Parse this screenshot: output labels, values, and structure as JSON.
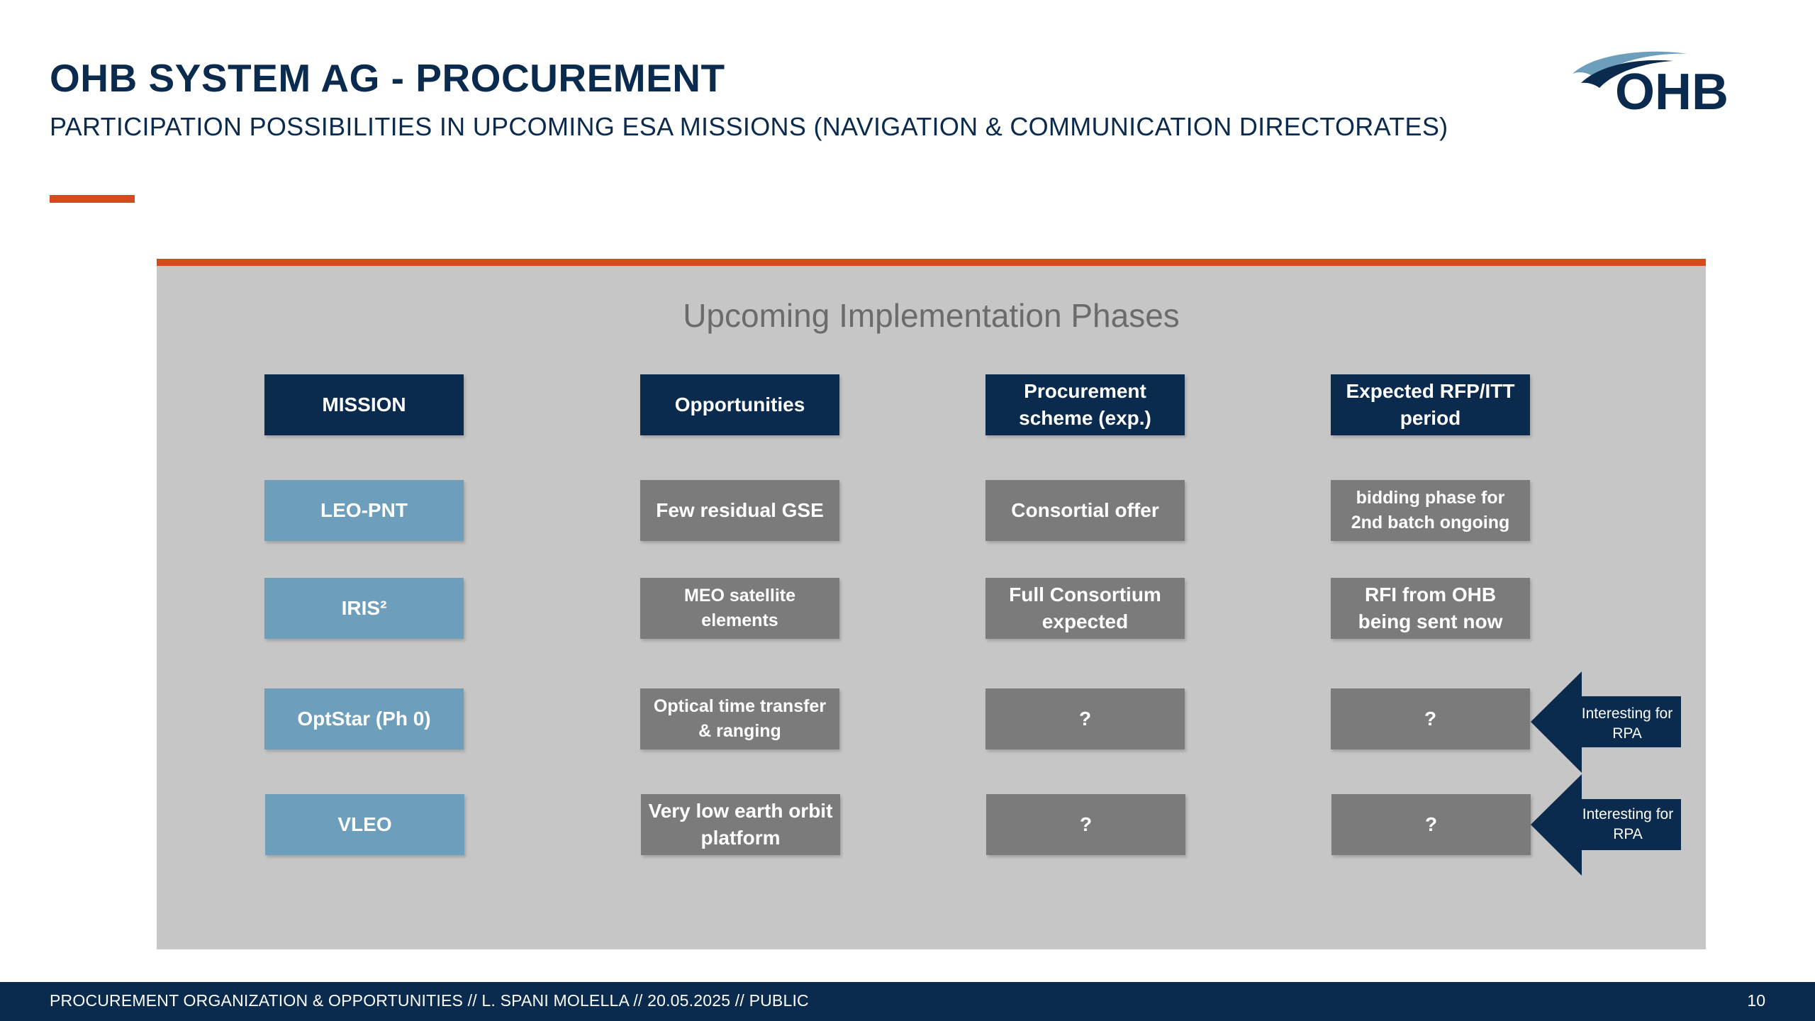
{
  "header": {
    "title": "OHB SYSTEM AG - PROCUREMENT",
    "subtitle": "PARTICIPATION POSSIBILITIES IN UPCOMING ESA MISSIONS (NAVIGATION & COMMUNICATION DIRECTORATES)",
    "logo_text": "OHB"
  },
  "panel": {
    "heading": "Upcoming Implementation Phases",
    "columns": [
      "MISSION",
      "Opportunities",
      "Procurement scheme (exp.)",
      "Expected RFP/ITT period"
    ],
    "rows": [
      {
        "mission": "LEO-PNT",
        "opportunities": "Few residual GSE",
        "procurement": "Consortial offer",
        "rfp": "bidding phase for 2nd batch ongoing"
      },
      {
        "mission": "IRIS²",
        "opportunities": "MEO satellite elements",
        "procurement": "Full Consortium expected",
        "rfp": "RFI from OHB being sent now"
      },
      {
        "mission": "OptStar (Ph 0)",
        "opportunities": "Optical time transfer & ranging",
        "procurement": "?",
        "rfp": "?"
      },
      {
        "mission": "VLEO",
        "opportunities": "Very low earth orbit platform",
        "procurement": "?",
        "rfp": "?"
      }
    ],
    "callouts": [
      "Interesting for RPA",
      "Interesting for RPA"
    ]
  },
  "footer": {
    "text": "PROCUREMENT ORGANIZATION  & OPPORTUNITIES // L. SPANI MOLELLA // 20.05.2025 // PUBLIC",
    "page": "10"
  },
  "colors": {
    "navy": "#0a2a4e",
    "accent": "#d9481f",
    "mission_blue": "#6d9fbc",
    "cell_gray": "#7b7b7b",
    "panel_gray": "#c6c6c6"
  }
}
